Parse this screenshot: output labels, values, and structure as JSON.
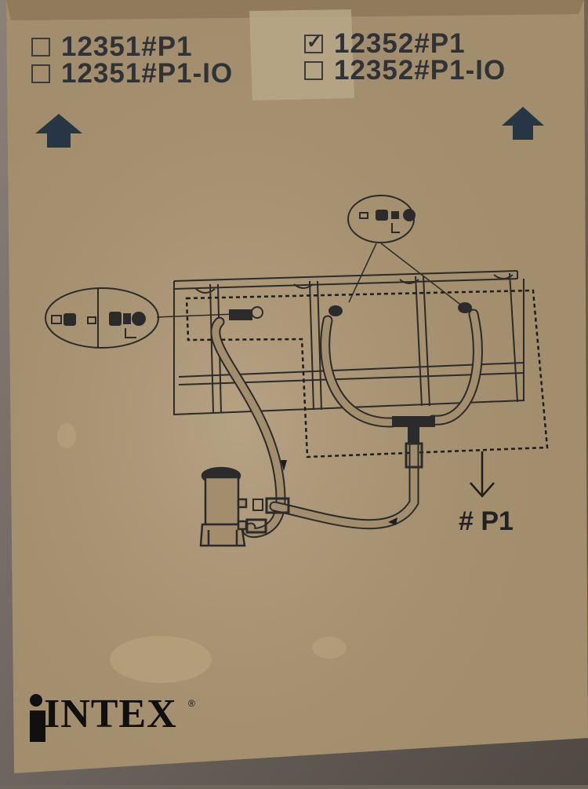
{
  "box": {
    "checkbox_options": [
      {
        "code": "12351#P1",
        "checked": false
      },
      {
        "code": "12351#P1-IO",
        "checked": false
      },
      {
        "code": "12352#P1",
        "checked": true
      },
      {
        "code": "12352#P1-IO",
        "checked": false
      }
    ],
    "diagram_label": "# P1",
    "brand": "INTEX",
    "brand_mark": "®"
  },
  "colors": {
    "cardboard": "#a28d6c",
    "cardboard_light": "#b3a07f",
    "ink": "#2b2b2b",
    "arrow": "#263645",
    "counter": "#6f665d"
  },
  "icons": [
    "up-arrow-icon",
    "down-arrow-icon",
    "check-icon",
    "pump-filter-icon"
  ]
}
